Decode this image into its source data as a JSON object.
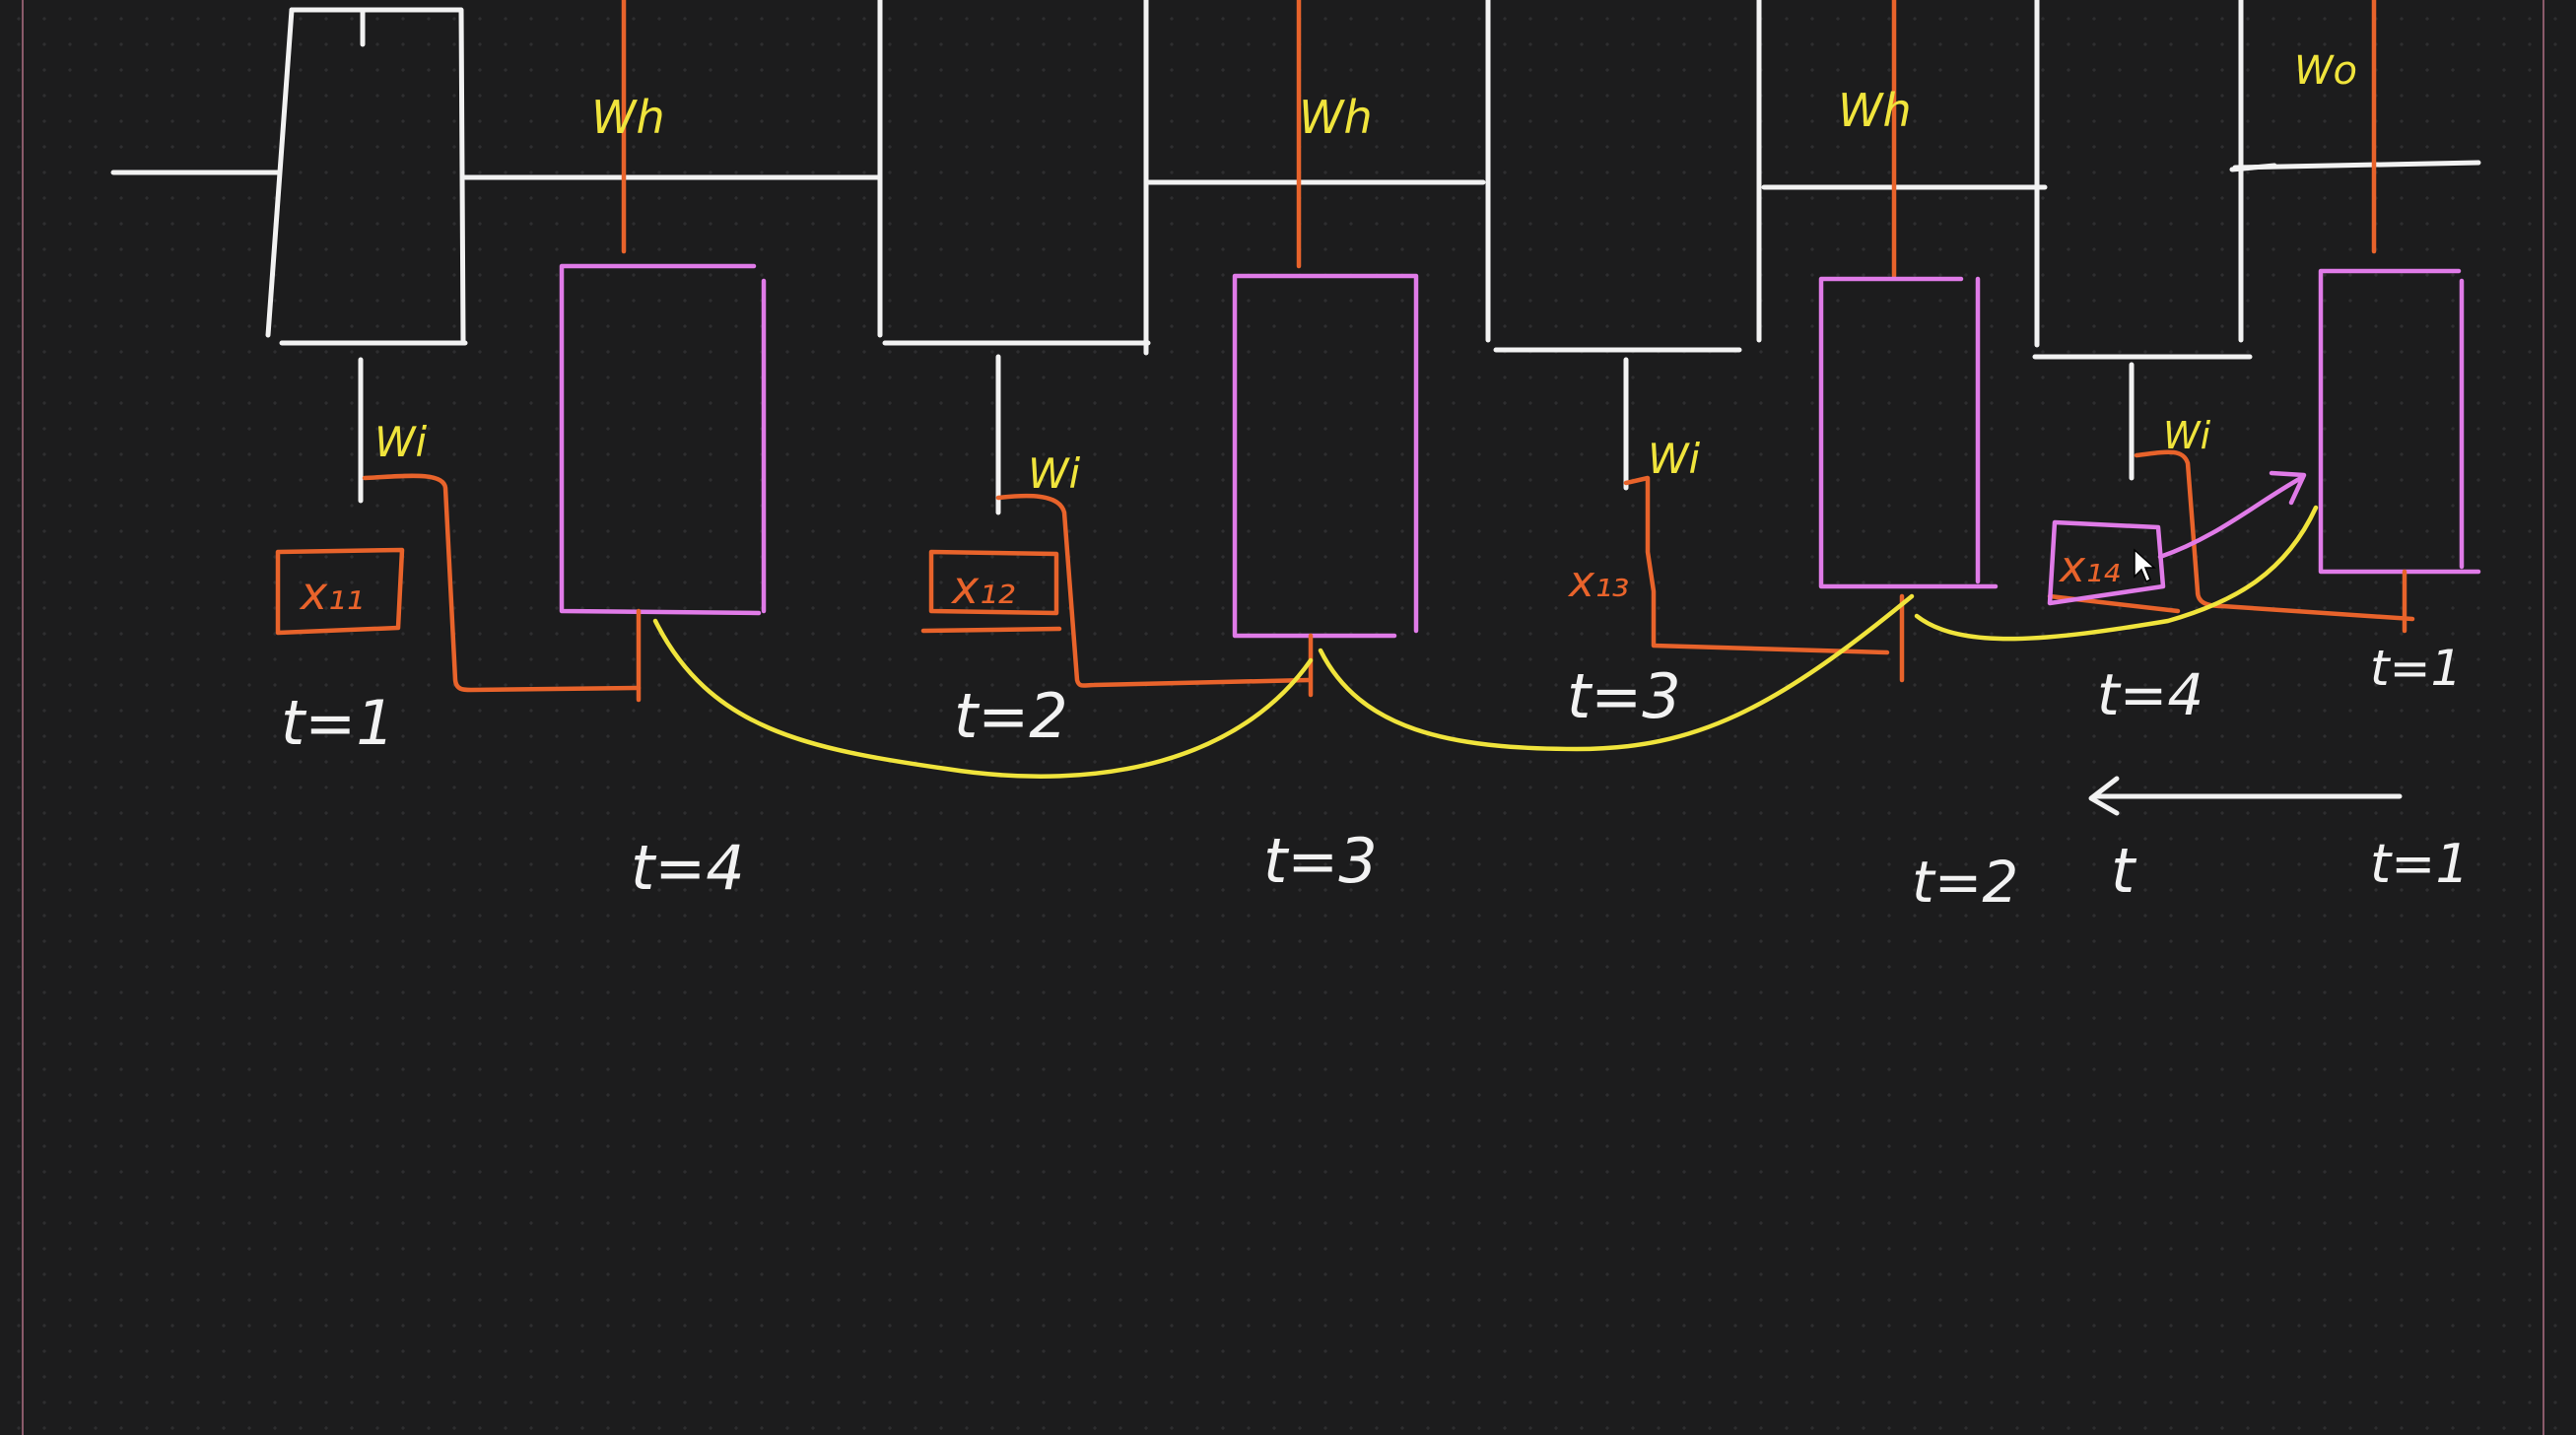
{
  "colors": {
    "background": "#1c1c1d",
    "structure": "#f2f2f2",
    "weights_text": "#f0e43c",
    "input": "#e8632b",
    "cell": "#e07be8",
    "flow": "#f0e43c"
  },
  "forward_inputs": [
    {
      "label": "x₁₁",
      "weight": "Wi",
      "time": "t=1"
    },
    {
      "label": "x₁₂",
      "weight": "Wi",
      "time": "t=2"
    },
    {
      "label": "x₁₃",
      "weight": "Wi",
      "time": "t=3"
    },
    {
      "label": "x₁₄",
      "weight": "Wi",
      "time": "t=4"
    }
  ],
  "recurrent_weights": [
    "Wh",
    "Wh",
    "Wh",
    "Wo"
  ],
  "reverse_times": [
    "t=4",
    "t=3",
    "t=2",
    "t=1"
  ],
  "last_cell_time": "t=1",
  "direction_arrow": {
    "label": "t",
    "right_label": "t=1",
    "icon": "left-arrow-icon"
  }
}
